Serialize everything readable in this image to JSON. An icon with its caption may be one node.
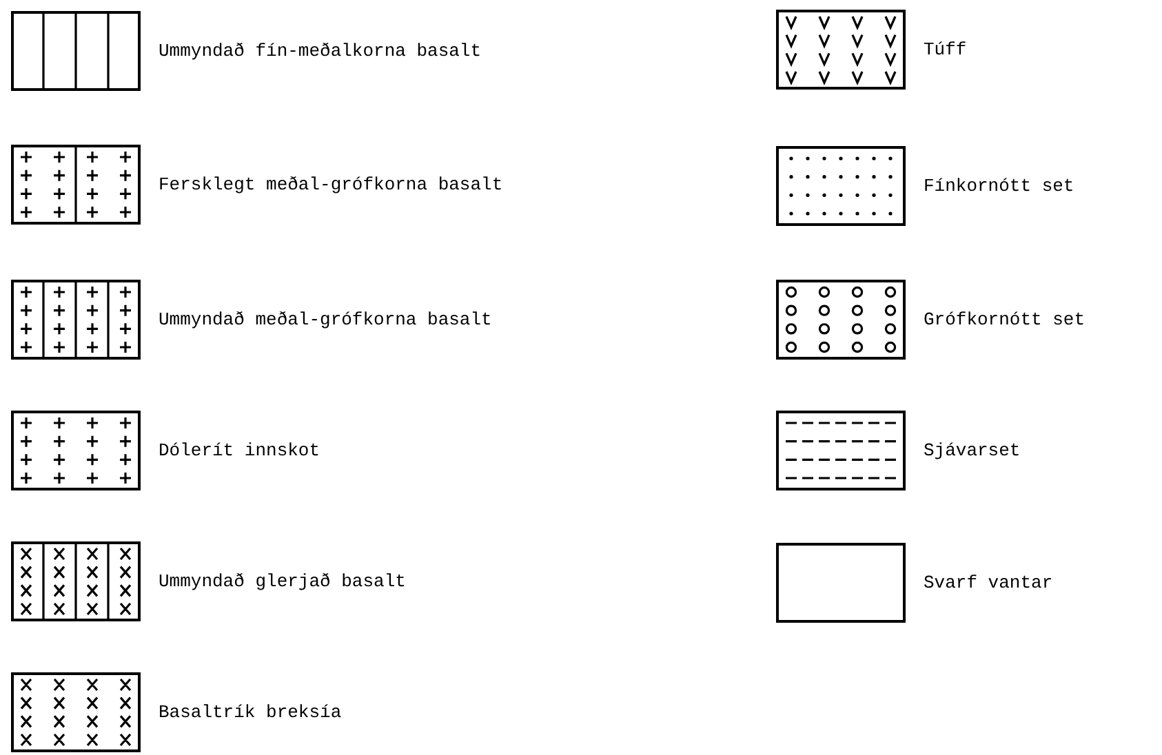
{
  "diagram": {
    "legend": [
      {
        "text": "Ummyndað fín-meðalkorna basalt"
      },
      {
        "text": "Fersklegt meðal-grófkorna basalt"
      },
      {
        "text": "Ummyndað meðal-grófkorna basalt"
      },
      {
        "text": "Dólerít innskot"
      },
      {
        "text": "Ummyndað glerjað basalt"
      },
      {
        "text": "Basaltrík breksía"
      },
      {
        "text": "Túff"
      },
      {
        "text": "Fínkornótt set"
      },
      {
        "text": "Grófkornótt set"
      },
      {
        "text": "Sjávarset"
      },
      {
        "text": "Svarf vantar"
      }
    ]
  }
}
